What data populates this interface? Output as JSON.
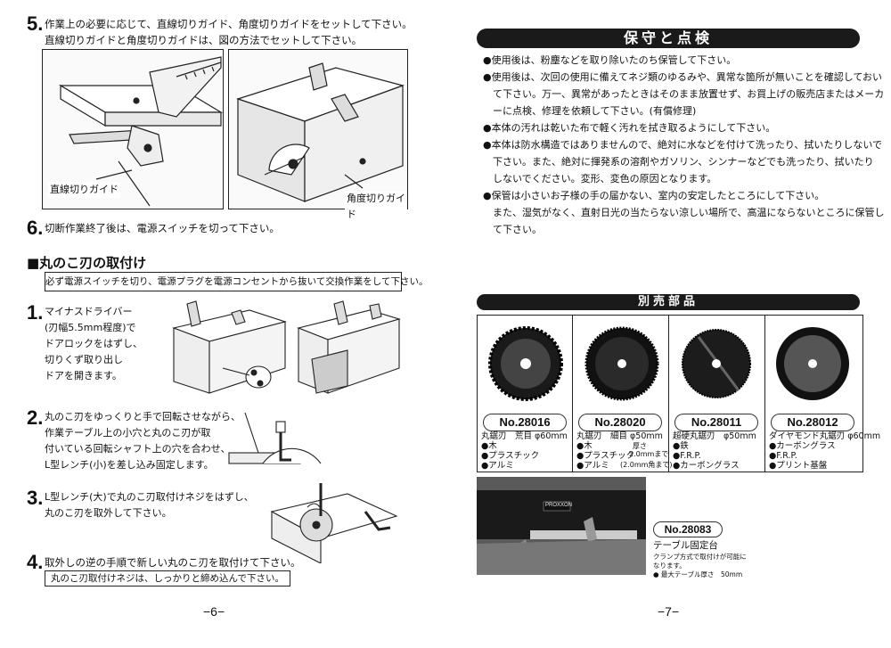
{
  "left": {
    "step5": {
      "num": "5.",
      "line1": "作業上の必要に応じて、直線切りガイド、角度切りガイドをセットして下さい。",
      "line2": "直線切りガイドと角度切りガイドは、図の方法でセットして下さい。",
      "fig1_label": "直線切りガイド",
      "fig2_label": "角度切りガイド"
    },
    "step6": {
      "num": "6.",
      "text": "切断作業終了後は、電源スイッチを切って下さい。"
    },
    "section_title": "■丸のこ刃の取付け",
    "warning": "必ず電源スイッチを切り、電源プラグを電源コンセントから抜いて交換作業をして下さい。",
    "step1": {
      "num": "1.",
      "lines": [
        "マイナスドライバー",
        "(刃幅5.5mm程度)で",
        "ドアロックをはずし、",
        "切りくず取り出し",
        "ドアを開きます。"
      ]
    },
    "step2": {
      "num": "2.",
      "lines": [
        "丸のこ刃をゆっくりと手で回転させながら、",
        "作業テーブル上の小穴と丸のこ刃が取",
        "付いている回転シャフト上の穴を合わせ、",
        "L型レンチ(小)を差し込み固定します。"
      ]
    },
    "step3": {
      "num": "3.",
      "lines": [
        "L型レンチ(大)で丸のこ刃取付けネジをはずし、",
        "丸のこ刃を取外して下さい。"
      ]
    },
    "step4": {
      "num": "4.",
      "text": "取外しの逆の手順で新しい丸のこ刃を取付けて下さい。",
      "note": "丸のこ刃取付けネジは、しっかりと締め込んで下さい。"
    },
    "page": "−6−"
  },
  "right": {
    "maint_title": "保守と点検",
    "maint_lines": [
      "●使用後は、粉塵などを取り除いたのち保管して下さい。",
      "●使用後は、次回の使用に備えてネジ類のゆるみや、異常な箇所が無いことを確認しておい",
      "　て下さい。万一、異常があったときはそのまま放置せず、お買上げの販売店またはメーカ",
      "　ーに点検、修理を依頼して下さい。(有償修理)",
      "●本体の汚れは乾いた布で軽く汚れを拭き取るようにして下さい。",
      "●本体は防水構造ではありませんので、絶対に水などを付けて洗ったり、拭いたりしないで",
      "　下さい。また、絶対に揮発系の溶剤やガソリン、シンナーなどでも洗ったり、拭いたり",
      "　しないでください。変形、変色の原因となります。",
      "●保管は小さいお子様の手の届かない、室内の安定したところにして下さい。",
      "　また、湿気がなく、直射日光の当たらない涼しい場所で、高温にならないところに保管し",
      "　て下さい。"
    ],
    "parts_title": "別売部品",
    "blades": [
      {
        "no": "No.28016",
        "name": "丸鋸刃　荒目 φ60mm",
        "specs": [
          "●木",
          "●プラスチック",
          "●アルミ"
        ]
      },
      {
        "no": "No.28020",
        "name": "丸鋸刃　細目 φ50mm",
        "specs": [
          "●木",
          "●プラスチック",
          "●アルミ"
        ],
        "thick1": "厚さ",
        "thick2": "2.0mmまで",
        "thick3": "(2.0mm角まで)"
      },
      {
        "no": "No.28011",
        "name": "超硬丸鋸刃　φ50mm",
        "specs": [
          "●鉄",
          "●F.R.P.",
          "●カーボングラス"
        ]
      },
      {
        "no": "No.28012",
        "name": "ダイヤモンド丸鋸刃 φ60mm",
        "specs": [
          "●カーボングラス",
          "●F.R.P.",
          "●プリント基盤"
        ]
      }
    ],
    "table": {
      "no": "No.28083",
      "name": "テーブル固定台",
      "desc1": "クランプ方式で取付けが可能に",
      "desc2": "なります。",
      "desc3": "● 最大テーブル厚さ　50mm",
      "brand": "PROXXON"
    },
    "page": "−7−"
  }
}
